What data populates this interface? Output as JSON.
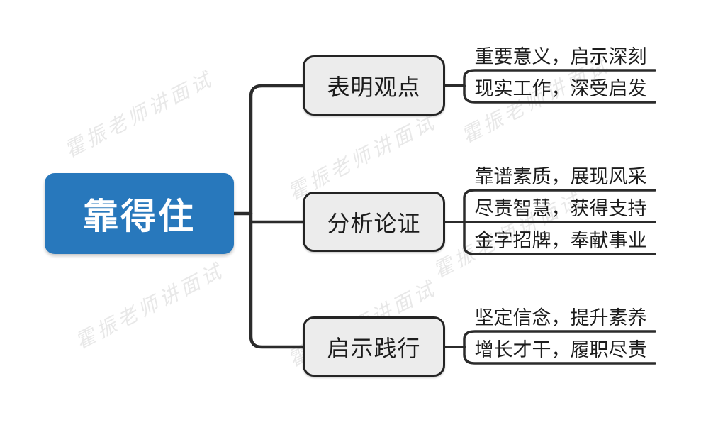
{
  "root": {
    "label": "靠得住",
    "fill_color": "#2878bc",
    "text_color": "#ffffff"
  },
  "branches": [
    {
      "label": "表明观点",
      "leaves": [
        "重要意义，启示深刻",
        "现实工作，深受启发"
      ]
    },
    {
      "label": "分析论证",
      "leaves": [
        "靠谱素质，展现风采",
        "尽责智慧，获得支持",
        "金字招牌，奉献事业"
      ]
    },
    {
      "label": "启示践行",
      "leaves": [
        "坚定信念，提升素养",
        "增长才干，履职尽责"
      ]
    }
  ],
  "watermark": {
    "text": "霍振老师讲面试"
  },
  "colors": {
    "branch_fill": "#ececec",
    "branch_border": "#242424",
    "connector_line": "#2b2b2b",
    "leaf_text": "#1c1c1c"
  }
}
